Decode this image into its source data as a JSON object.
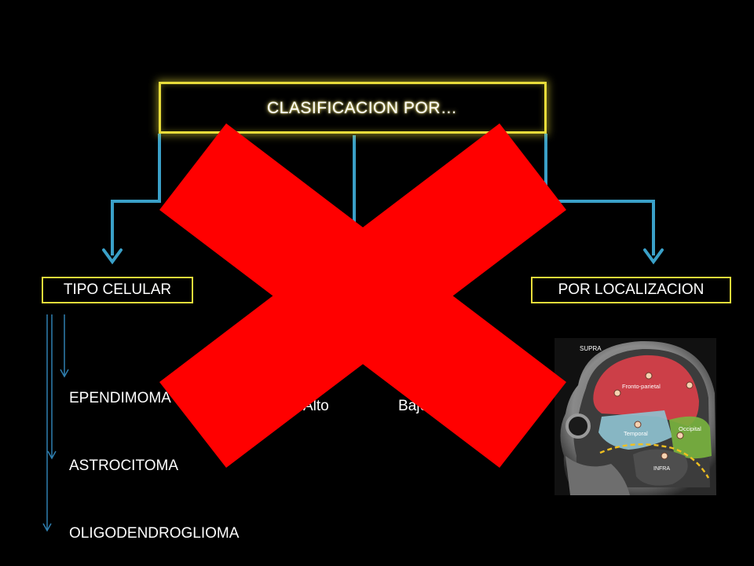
{
  "diagram": {
    "title": "CLASIFICACION POR…",
    "categories": {
      "left": "TIPO CELULAR",
      "right": "POR LOCALIZACION"
    },
    "cell_types": [
      "EPENDIMOMA",
      "ASTROCITOMA",
      "OLIGODENDROGLIOMA"
    ],
    "grades": {
      "high": "Alto",
      "low": "Bajo"
    },
    "brain_image": {
      "regions": {
        "supra": "SUPRA",
        "fronto_parietal": "Fronto-parietal",
        "temporal": "Temporal",
        "occipital": "Occipital",
        "infra": "INFRA"
      }
    }
  },
  "colors": {
    "background": "#000000",
    "box_border": "#e8dc3a",
    "connector": "#3aa0c8",
    "cell_arrow": "#2f7fb0",
    "cross": "#ff0000",
    "supra_region": "#e0404a",
    "temporal_region": "#8fc3d2",
    "occipital_region": "#79b43e"
  }
}
